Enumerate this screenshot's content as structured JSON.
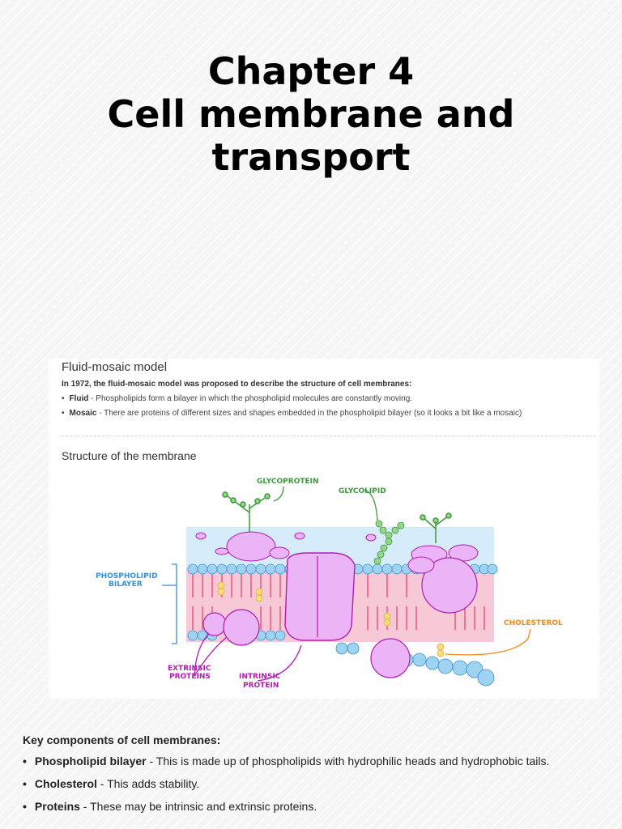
{
  "page": {
    "title_line1": "Chapter 4",
    "title_line2": "Cell membrane and",
    "title_line3": "transport"
  },
  "panel": {
    "heading": "Fluid-mosaic model",
    "intro": "In 1972, the fluid-mosaic model was proposed to describe the structure of cell membranes:",
    "bullets": [
      {
        "term": "Fluid",
        "text": " - Phospholipids form a bilayer in which the phospholipid molecules are constantly moving."
      },
      {
        "term": "Mosaic",
        "text": " - There are proteins of different sizes and shapes embedded in the phospholipid bilayer (so it looks a bit like a mosaic)"
      }
    ],
    "structure_heading": "Structure of the membrane"
  },
  "diagram": {
    "labels": {
      "glycoprotein": "GLYCOPROTEIN",
      "glycolipid": "GLYCOLIPID",
      "phospholipid_1": "PHOSPHOLIPID",
      "phospholipid_2": "BILAYER",
      "cholesterol": "CHOLESTEROL",
      "extrinsic_1": "EXTRINSIC",
      "extrinsic_2": "PROTEINS",
      "intrinsic_1": "INTRINSIC",
      "intrinsic_2": "PROTEIN"
    },
    "colors": {
      "green": "#3a9a3a",
      "blue": "#3b8ed6",
      "purple": "#b01fb0",
      "orange": "#f08a1c",
      "head": "#9ed4f2",
      "tail": "#e8507a",
      "protein": "#eab4f6",
      "chain": "#94d68c"
    }
  },
  "lower": {
    "heading": "Key components of cell membranes:",
    "items": [
      {
        "term": "Phospholipid bilayer",
        "text": " - This is made up of phospholipids with hydrophilic heads and hydrophobic tails."
      },
      {
        "term": "Cholesterol",
        "text": " - This adds stability."
      },
      {
        "term": "Proteins",
        "text": " - These may be intrinsic and extrinsic proteins."
      }
    ]
  }
}
